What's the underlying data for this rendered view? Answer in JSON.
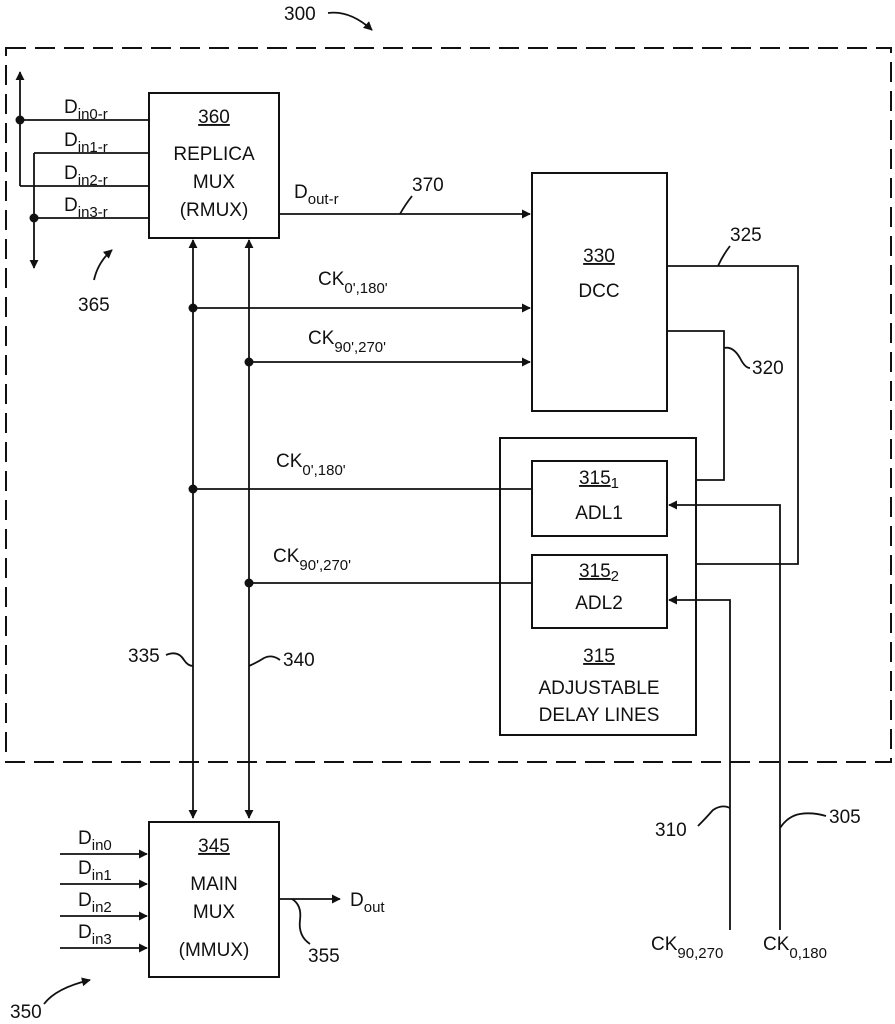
{
  "figure": {
    "number": "300",
    "rmux": {
      "ref": "360",
      "line1": "REPLICA",
      "line2": "MUX",
      "line3": "(RMUX)"
    },
    "rmux_inputs": [
      {
        "main": "D",
        "sub": "in0-r"
      },
      {
        "main": "D",
        "sub": "in1-r"
      },
      {
        "main": "D",
        "sub": "in2-r"
      },
      {
        "main": "D",
        "sub": "in3-r"
      }
    ],
    "rmux_output": {
      "main": "D",
      "sub": "out-r",
      "ref": "370"
    },
    "bus_ref": "365",
    "dcc": {
      "ref": "330",
      "label": "DCC",
      "out_upper_ref": "325",
      "out_lower_ref": "320"
    },
    "clock_labels": {
      "ck0_180_prime": {
        "main": "CK",
        "sub": "0',180'"
      },
      "ck90_270_prime": {
        "main": "CK",
        "sub": "90',270'"
      }
    },
    "adl_group": {
      "ref": "315",
      "line1": "ADJUSTABLE",
      "line2": "DELAY LINES"
    },
    "adl1": {
      "ref_main": "315",
      "ref_sub": "1",
      "label": "ADL1"
    },
    "adl2": {
      "ref_main": "315",
      "ref_sub": "2",
      "label": "ADL2"
    },
    "line_refs": {
      "l335": "335",
      "l340": "340",
      "l310": "310",
      "l305": "305"
    },
    "mmux": {
      "ref": "345",
      "line1": "MAIN",
      "line2": "MUX",
      "line3": "(MMUX)"
    },
    "mmux_inputs": [
      {
        "main": "D",
        "sub": "in0"
      },
      {
        "main": "D",
        "sub": "in1"
      },
      {
        "main": "D",
        "sub": "in2"
      },
      {
        "main": "D",
        "sub": "in3"
      }
    ],
    "mmux_output": {
      "main": "D",
      "sub": "out",
      "ref": "355"
    },
    "mmux_group_ref": "350",
    "ext_clocks": {
      "ck90_270": {
        "main": "CK",
        "sub": "90,270"
      },
      "ck0_180": {
        "main": "CK",
        "sub": "0,180"
      }
    }
  }
}
